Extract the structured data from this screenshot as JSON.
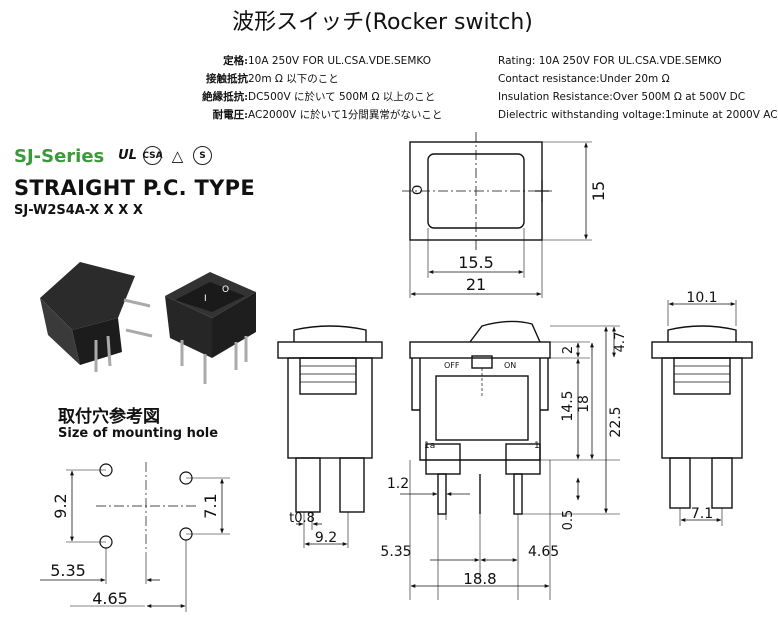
{
  "title": "波形スイッチ(Rocker switch)",
  "specs_ja": [
    {
      "label": "定格:",
      "value": "10A 250V FOR UL.CSA.VDE.SEMKO"
    },
    {
      "label": "接触抵抗",
      "value": "20m Ω 以下のこと"
    },
    {
      "label": "絶縁抵抗:",
      "value": "DC500V に於いて 500M Ω 以上のこと"
    },
    {
      "label": "耐電圧:",
      "value": "AC2000V に於いて1分間異常がないこと"
    }
  ],
  "specs_en": [
    "Rating: 10A 250V FOR UL.CSA.VDE.SEMKO",
    "Contact resistance:Under 20m Ω",
    "Insulation Resistance:Over 500M Ω at 500V DC",
    "Dielectric withstanding voltage:1minute at 2000V AC"
  ],
  "series": "SJ-Series",
  "cert_marks": [
    "UL",
    "CSA",
    "VDE",
    "S"
  ],
  "type": "STRAIGHT P.C. TYPE",
  "model": "SJ-W2S4A-X X X X",
  "mounting_hole_ja": "取付穴参考図",
  "mounting_hole_en": "Size of mounting hole",
  "switch_labels": {
    "off": "OFF",
    "on": "ON",
    "term_1a": "1a",
    "term_1": "1",
    "sym_off": "O",
    "sym_on": "I"
  },
  "dims": {
    "top_width_inner": "15.5",
    "top_width_outer": "21",
    "top_height": "15",
    "side_top": "10.1",
    "h_2": "2",
    "h_4_7": "4.7",
    "h_14_5": "14.5",
    "h_18": "18",
    "h_22_5": "22.5",
    "pin_w_1_2": "1.2",
    "pin_t_0_8": "t0.8",
    "pin_pitch_9_2": "9.2",
    "left_5_35": "5.35",
    "right_4_65": "4.65",
    "bottom_18_8": "18.8",
    "pin_0_5": "0.5",
    "side_pin_7_1": "7.1",
    "hole_9_2": "9.2",
    "hole_7_1": "7.1",
    "hole_5_35": "5.35",
    "hole_4_65": "4.65"
  }
}
